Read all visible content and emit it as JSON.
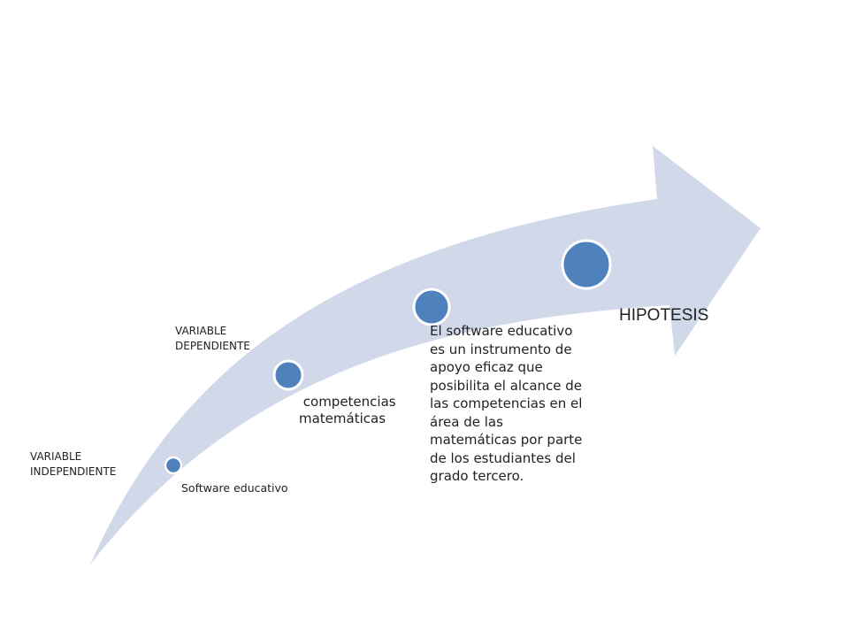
{
  "labels": {
    "variable_independiente": [
      "VARIABLE",
      "INDEPENDIENTE"
    ],
    "variable_dependiente": [
      "VARIABLE",
      "DEPENDIENTE"
    ]
  },
  "steps": [
    {
      "text": [
        "Software educativo"
      ]
    },
    {
      "text": [
        " competencias",
        "matemáticas"
      ]
    },
    {
      "text": [
        "El software educativo",
        "es un instrumento de",
        "apoyo eficaz que",
        "posibilita el alcance de",
        "las competencias en el",
        "área de las",
        "matemáticas por parte",
        "de los estudiantes del",
        "grado tercero."
      ]
    },
    {
      "text": [
        "HIPOTESIS"
      ]
    }
  ],
  "colors": {
    "arrow": "#d0d8e9",
    "node_fill": "#4f81bd",
    "node_stroke": "#ffffff",
    "text": "#222222"
  }
}
